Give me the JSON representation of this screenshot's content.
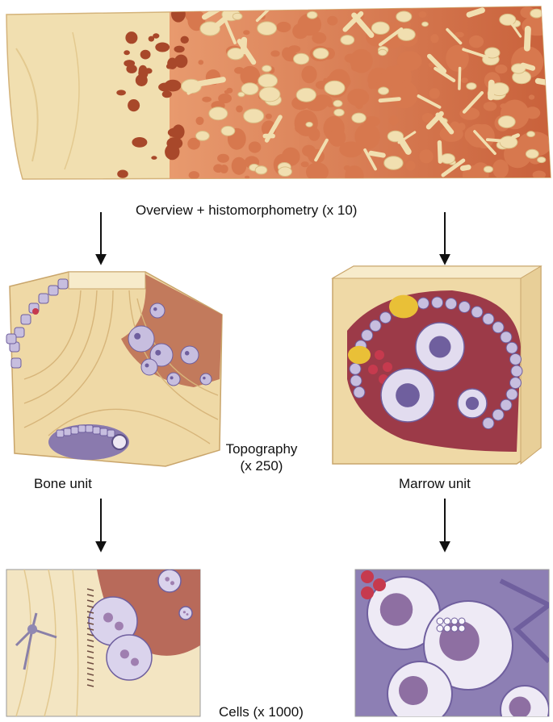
{
  "labels": {
    "overview": "Overview + histomorphometry (x 10)",
    "topography_line1": "Topography",
    "topography_line2": "(x 250)",
    "bone_unit": "Bone unit",
    "marrow_unit": "Marrow unit",
    "cells": "Cells (x 1000)"
  },
  "colors": {
    "bone": "#F1DFB0",
    "bone_line": "#D9BE85",
    "marrow": "#D7784E",
    "marrow_dark": "#A8482A",
    "cell": "#C7BEDF",
    "cell_dark": "#6F5F9E",
    "red_cell": "#C63A4E",
    "fat": "#E9C037",
    "arrow": "#111111"
  },
  "illustrations": {
    "overview": "trabecular-bone-block",
    "bone_unit": "bone-unit-block",
    "marrow_unit": "marrow-unit-block",
    "bone_cells": "osteoclast-detail",
    "marrow_cells": "marrow-cell-detail"
  }
}
